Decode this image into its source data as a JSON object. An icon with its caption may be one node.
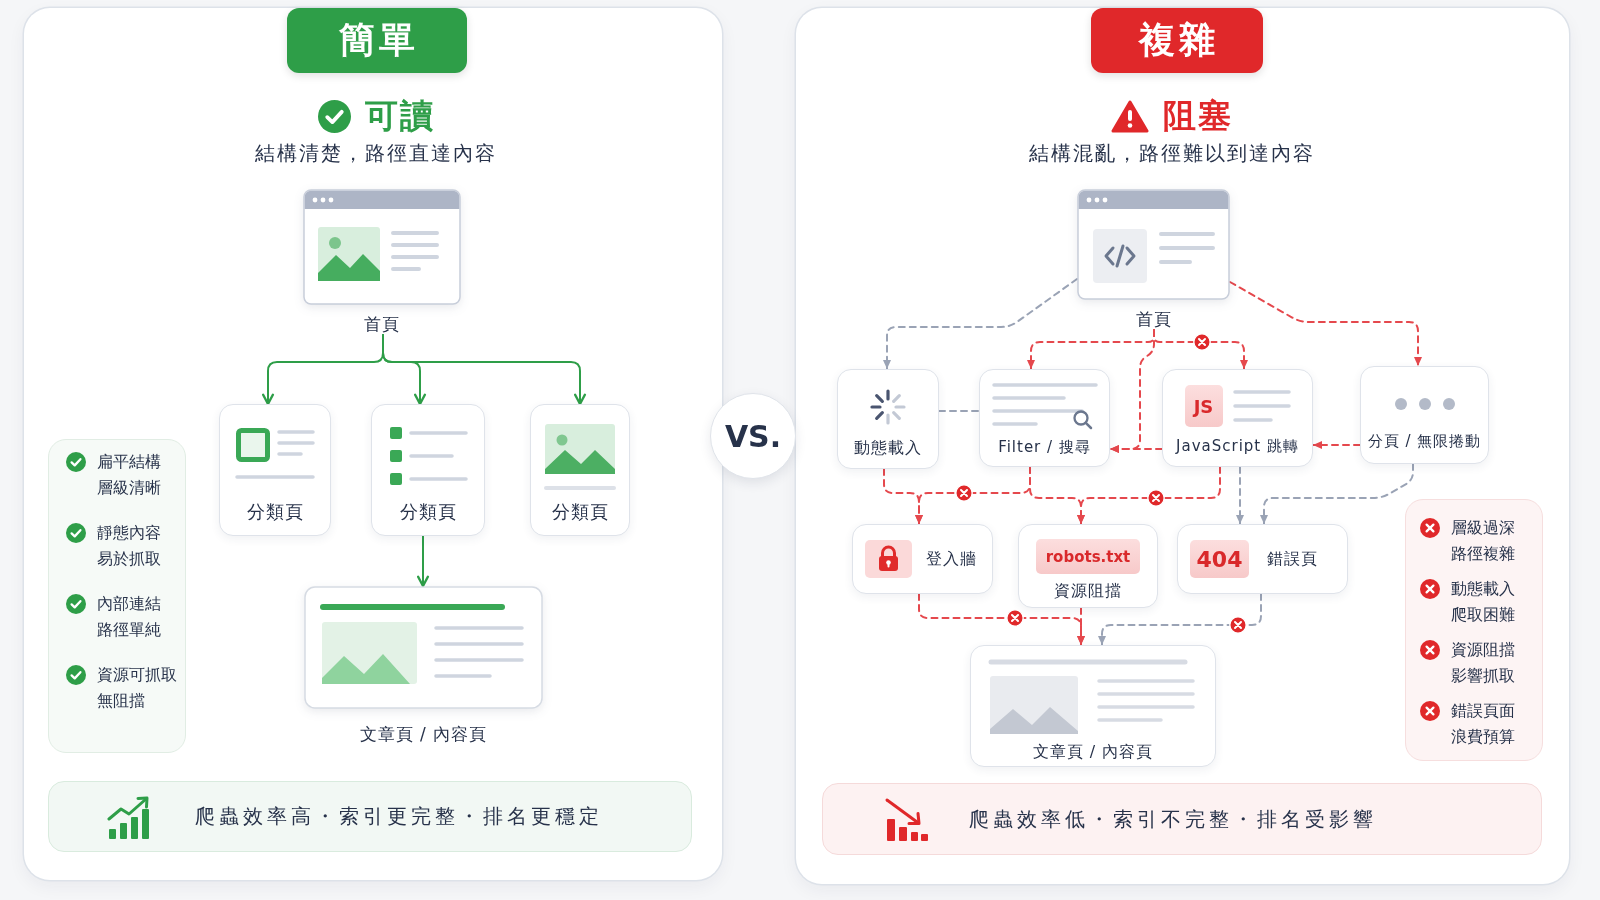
{
  "diagram": {
    "nodes": [
      {
        "text": [
          "可讀",
          "結構清楚，路徑直達內容"
        ]
      },
      {
        "text": [
          "簡單"
        ],
        "in": 0
      },
      {
        "text": [
          "首頁"
        ],
        "in": 0
      },
      {
        "text": [
          "分類頁"
        ],
        "in": 0
      },
      {
        "text": [
          "分類頁"
        ],
        "in": 0
      },
      {
        "text": [
          "分類頁"
        ],
        "in": 0
      },
      {
        "text": [
          "文章頁 / 內容頁"
        ],
        "in": 0
      },
      {
        "text": [
          "扁平結構層級清晰",
          "靜態內容易於抓取",
          "內部連結路徑單純",
          "資源可抓取無阻擋"
        ],
        "in": 0
      },
      {
        "text": [
          "爬蟲效率高・索引更完整・排名更穩定"
        ],
        "in": 0
      },
      {
        "text": [
          "VS."
        ]
      },
      {
        "text": [
          "阻塞",
          "結構混亂，路徑難以到達內容"
        ]
      },
      {
        "text": [
          "複雜"
        ],
        "in": 10
      },
      {
        "text": [
          "首頁"
        ],
        "in": 10
      },
      {
        "text": [
          "動態載入"
        ],
        "in": 10
      },
      {
        "text": [
          "Filter / 搜尋"
        ],
        "in": 10
      },
      {
        "text": [
          "JS",
          "JavaScript 跳轉"
        ],
        "in": 10
      },
      {
        "text": [
          "分頁 / 無限捲動"
        ],
        "in": 10
      },
      {
        "text": [
          "登入牆"
        ],
        "in": 10
      },
      {
        "text": [
          "robots.txt",
          "資源阻擋"
        ],
        "in": 10
      },
      {
        "text": [
          "404",
          "錯誤頁"
        ],
        "in": 10
      },
      {
        "text": [
          "文章頁 / 內容頁"
        ],
        "in": 10
      },
      {
        "text": [
          "層級過深路徑複雜",
          "動態載入爬取困難",
          "資源阻擋影響抓取",
          "錯誤頁面浪費預算"
        ],
        "in": 10
      },
      {
        "text": [
          "爬蟲效率低・索引不完整・排名受影響"
        ],
        "in": 10
      }
    ],
    "edges": [
      {
        "from": 2,
        "to": 3,
        "arrow": "to",
        "color": "#2e9e48"
      },
      {
        "from": 2,
        "to": 4,
        "arrow": "to",
        "color": "#2e9e48"
      },
      {
        "from": 2,
        "to": 5,
        "arrow": "to",
        "color": "#2e9e48"
      },
      {
        "from": 4,
        "to": 6,
        "arrow": "to",
        "color": "#2e9e48"
      },
      {
        "from": 12,
        "to": 13,
        "arrow": "to",
        "style": "dashed",
        "color": "#9aa3b5"
      },
      {
        "from": 12,
        "to": 14,
        "arrow": "to",
        "style": "dashed"
      },
      {
        "from": 12,
        "to": 15,
        "arrow": "to",
        "style": "dashed"
      },
      {
        "from": 12,
        "to": 16,
        "arrow": "to",
        "style": "dashed"
      },
      {
        "from": 15,
        "to": 14,
        "arrow": "to",
        "style": "dashed"
      },
      {
        "from": 16,
        "to": 15,
        "arrow": "to",
        "style": "dashed"
      },
      {
        "from": 13,
        "to": 14,
        "arrow": "none",
        "style": "dashed",
        "color": "#9aa3b5"
      },
      {
        "from": 12,
        "to": 14,
        "arrow": "to",
        "style": "dashed"
      },
      {
        "from": 13,
        "to": 17,
        "arrow": "to",
        "style": "dashed"
      },
      {
        "from": 14,
        "to": 17,
        "arrow": "to",
        "style": "dashed"
      },
      {
        "from": 14,
        "to": 18,
        "arrow": "to",
        "style": "dashed"
      },
      {
        "from": 15,
        "to": 19,
        "arrow": "to",
        "style": "dashed",
        "color": "#9aa3b5"
      },
      {
        "from": 15,
        "to": 18,
        "arrow": "to",
        "style": "dashed"
      },
      {
        "from": 16,
        "to": 19,
        "arrow": "to",
        "style": "dashed",
        "color": "#9aa3b5"
      },
      {
        "from": 17,
        "to": 20,
        "arrow": "to",
        "style": "dashed"
      },
      {
        "from": 18,
        "to": 20,
        "arrow": "to",
        "style": "dashed"
      },
      {
        "from": 19,
        "to": 20,
        "arrow": "to",
        "style": "dashed",
        "color": "#9aa3b5"
      }
    ]
  }
}
